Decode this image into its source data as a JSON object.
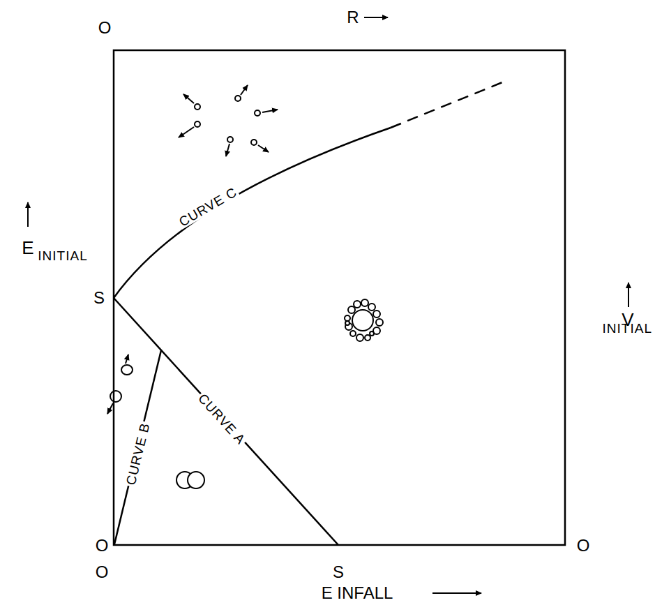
{
  "diagram": {
    "labels": [
      "R",
      "O",
      "E",
      "INITIAL",
      "S",
      "V",
      "INITIAL",
      "O",
      "O",
      "S",
      "O",
      "E INFALL",
      "CURVE A",
      "CURVE B",
      "CURVE C"
    ]
  }
}
